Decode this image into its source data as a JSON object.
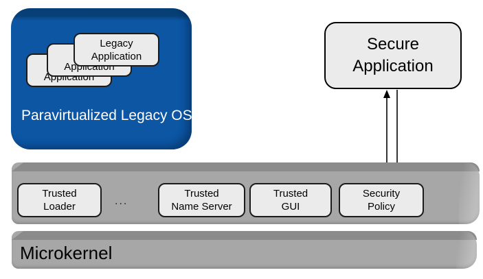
{
  "colors": {
    "blue_face": "#0c56a4",
    "blue_bevel": "#073f77",
    "bar_face": "#a7a7a7",
    "bar_bevel": "#8b8b8b",
    "node_fill": "#ebebeb",
    "node_border": "#1b1b1b",
    "arrow": "#000000",
    "os_text": "#ffffff"
  },
  "legacy_os": {
    "label": "Paravirtualized Legacy OS",
    "apps": [
      {
        "label": "Legacy Application"
      },
      {
        "label": "Legacy Application"
      },
      {
        "label": "Legacy Application"
      }
    ]
  },
  "secure_app": {
    "label": "Secure Application"
  },
  "trusted_layer": {
    "loader": "Trusted Loader",
    "ellipsis": "...",
    "name_server": "Trusted Name Server",
    "gui": "Trusted GUI",
    "security_policy": "Security Policy"
  },
  "microkernel": {
    "label": "Microkernel"
  }
}
